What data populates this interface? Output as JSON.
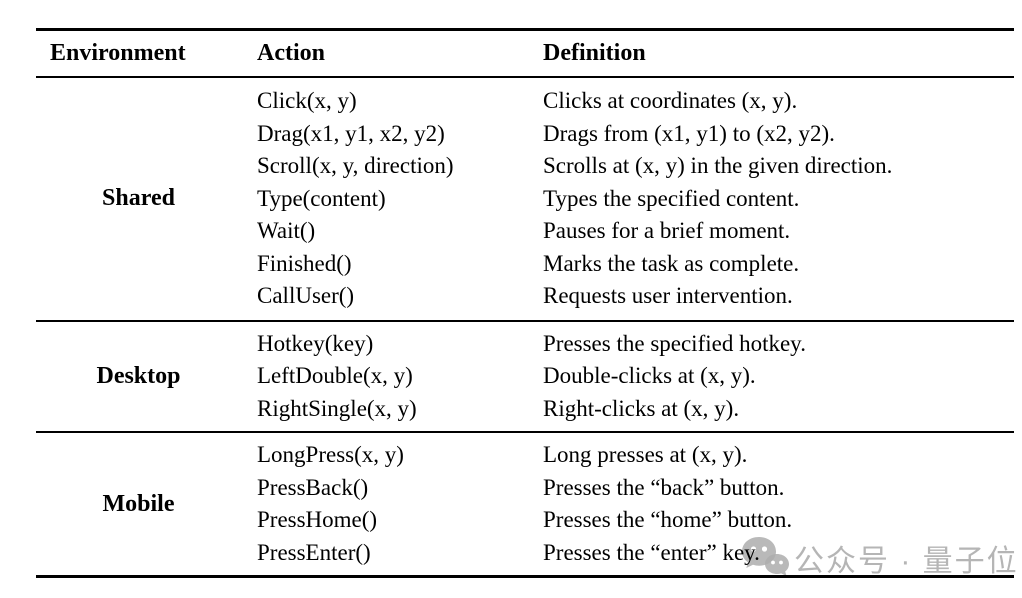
{
  "table": {
    "headers": {
      "environment": "Environment",
      "action": "Action",
      "definition": "Definition"
    },
    "sections": [
      {
        "environment": "Shared",
        "rows": [
          {
            "action": "Click(x, y)",
            "definition": "Clicks at coordinates (x, y)."
          },
          {
            "action": "Drag(x1, y1, x2, y2)",
            "definition": "Drags from (x1, y1) to (x2, y2)."
          },
          {
            "action": "Scroll(x, y, direction)",
            "definition": "Scrolls at (x, y) in the given direction."
          },
          {
            "action": "Type(content)",
            "definition": "Types the specified content."
          },
          {
            "action": "Wait()",
            "definition": "Pauses for a brief moment."
          },
          {
            "action": "Finished()",
            "definition": "Marks the task as complete."
          },
          {
            "action": "CallUser()",
            "definition": "Requests user intervention."
          }
        ]
      },
      {
        "environment": "Desktop",
        "rows": [
          {
            "action": "Hotkey(key)",
            "definition": "Presses the specified hotkey."
          },
          {
            "action": "LeftDouble(x, y)",
            "definition": "Double-clicks at (x, y)."
          },
          {
            "action": "RightSingle(x, y)",
            "definition": "Right-clicks at (x, y)."
          }
        ]
      },
      {
        "environment": "Mobile",
        "rows": [
          {
            "action": "LongPress(x, y)",
            "definition": "Long presses at (x, y)."
          },
          {
            "action": "PressBack()",
            "definition": "Presses the “back” button."
          },
          {
            "action": "PressHome()",
            "definition": "Presses the “home” button."
          },
          {
            "action": "PressEnter()",
            "definition": "Presses the “enter” key."
          }
        ]
      }
    ]
  },
  "watermark": {
    "icon": "wechat-bubbles-icon",
    "text": "公众号 · 量子位",
    "color": "#b5b5b5"
  },
  "colors": {
    "background": "#ffffff",
    "text": "#000000",
    "rule": "#000000"
  }
}
